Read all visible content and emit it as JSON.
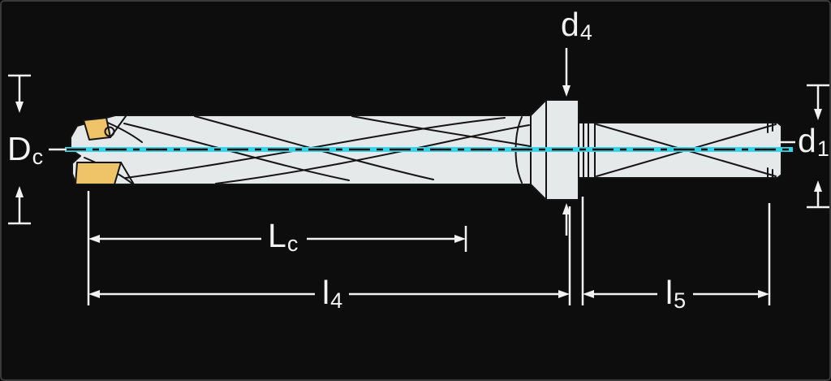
{
  "diagram": {
    "name": "indexable-insert-drill-dimension-drawing",
    "labels": {
      "d4": {
        "main": "d",
        "sub": "4"
      },
      "dc": {
        "main": "D",
        "sub": "c"
      },
      "d1": {
        "main": "d",
        "sub": "1"
      },
      "lc": {
        "main": "L",
        "sub": "c"
      },
      "l4": {
        "main": "l",
        "sub": "4"
      },
      "l5": {
        "main": "l",
        "sub": "5"
      }
    },
    "colors": {
      "background": "#0d0d0d",
      "line": "#f2f2f2",
      "centerline_cyan": "#35d4ea",
      "tool_fill": "#e6e9e9",
      "tool_stroke": "#141414",
      "insert_yellow": "#efc468"
    }
  }
}
